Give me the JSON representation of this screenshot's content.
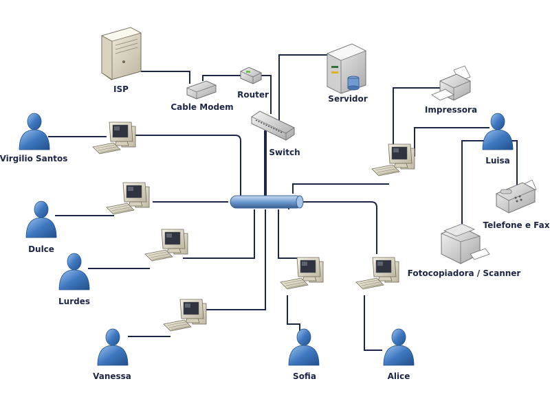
{
  "nodes": {
    "isp": "ISP",
    "cable_modem": "Cable Modem",
    "router": "Router",
    "servidor": "Servidor",
    "switch": "Switch",
    "impressora": "Impressora",
    "luisa": "Luisa",
    "telefone_fax": "Telefone e Fax",
    "fotocopiadora": "Fotocopiadora / Scanner",
    "virgilio": "Virgilio Santos",
    "dulce": "Dulce",
    "lurdes": "Lurdes",
    "vanessa": "Vanessa",
    "sofia": "Sofia",
    "alice": "Alice"
  },
  "colors": {
    "line": "#1d2547",
    "user": "#3f78c0",
    "user_dark": "#22508c",
    "hub": "#6f9bd0"
  }
}
